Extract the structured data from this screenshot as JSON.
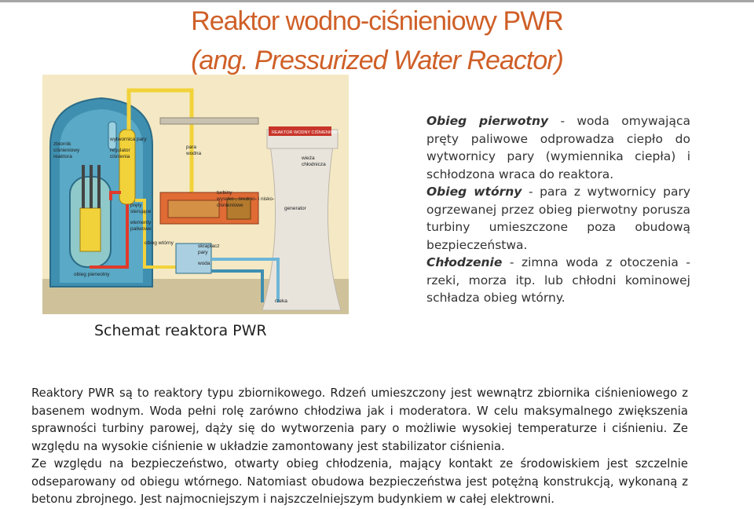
{
  "slide": {
    "title_line1": "Reaktor wodno-ciśnieniowy PWR",
    "title_line2": "(ang. Pressurized Water Reactor)",
    "caption": "Schemat reaktora PWR"
  },
  "diagram": {
    "labels": {
      "zbiornik": "zbiornik",
      "cisnieniowy": "ciśnieniowy",
      "reaktora": "reaktora",
      "wytwornica_pary": "wytwornica pary",
      "regulator": "regulator",
      "cisnienia": "ciśnienia",
      "para": "para",
      "wodna": "wodna",
      "banner": "REAKTOR WODNY CIŚNIENIOWY",
      "wieza": "wieża",
      "chlodnicza": "chłodnicza",
      "prety": "pręty",
      "sterujace": "sterujące",
      "turbiny": "turbiny",
      "turbiny_types": "wysoko-, średnio- i nisko-",
      "cisnieniowe": "ciśnieniowe",
      "generator": "generator",
      "elementy": "elementy",
      "paliwowe": "paliwowe",
      "obieg_wtorny": "obieg wtórny",
      "skraplacz": "skraplacz",
      "pary": "pary",
      "woda": "woda",
      "obieg_pierwotny": "obieg pierwotny",
      "rzeka": "rzeka"
    },
    "colors": {
      "containment": "#3f8fb0",
      "primary_loop": "#e03a2a",
      "secondary_loop": "#f2d23a",
      "cooling_loop": "#6db6d8",
      "ground": "#cfc29a",
      "tower": "#e8e4dc"
    }
  },
  "side_text": {
    "p1_bold": "Obieg pierwotny",
    "p1_text": " - woda omywająca pręty paliwowe odprowadza ciepło do wytwornicy pary (wymiennika ciepła) i schłodzona wraca do reaktora.",
    "p2_bold": "Obieg wtórny",
    "p2_text": " - para z wytwornicy pary ogrzewanej przez obieg pierwotny porusza turbiny umieszczone poza obudową bezpieczeństwa.",
    "p3_bold": "Chłodzenie",
    "p3_text": " - zimna woda z otoczenia - rzeki, morza itp. lub chłodni kominowej schładza obieg wtórny."
  },
  "bottom_text": {
    "p1": "Reaktory PWR są to reaktory typu zbiornikowego. Rdzeń umieszczony jest wewnątrz zbiornika ciśnieniowego z basenem wodnym. Woda pełni rolę zarówno chłodziwa jak i moderatora. W celu maksymalnego zwiększenia sprawności turbiny parowej, dąży się do wytworzenia pary o możliwie wysokiej temperaturze i ciśnieniu. Ze względu na wysokie ciśnienie w układzie zamontowany jest stabilizator ciśnienia.",
    "p2": "Ze względu na bezpieczeństwo, otwarty obieg chłodzenia, mający kontakt ze środowiskiem jest szczelnie odseparowany od obiegu wtórnego. Natomiast obudowa bezpieczeństwa jest potężną konstrukcją, wykonaną z betonu zbrojnego. Jest najmocniejszym i najszczelniejszym budynkiem w całej elektrowni."
  }
}
